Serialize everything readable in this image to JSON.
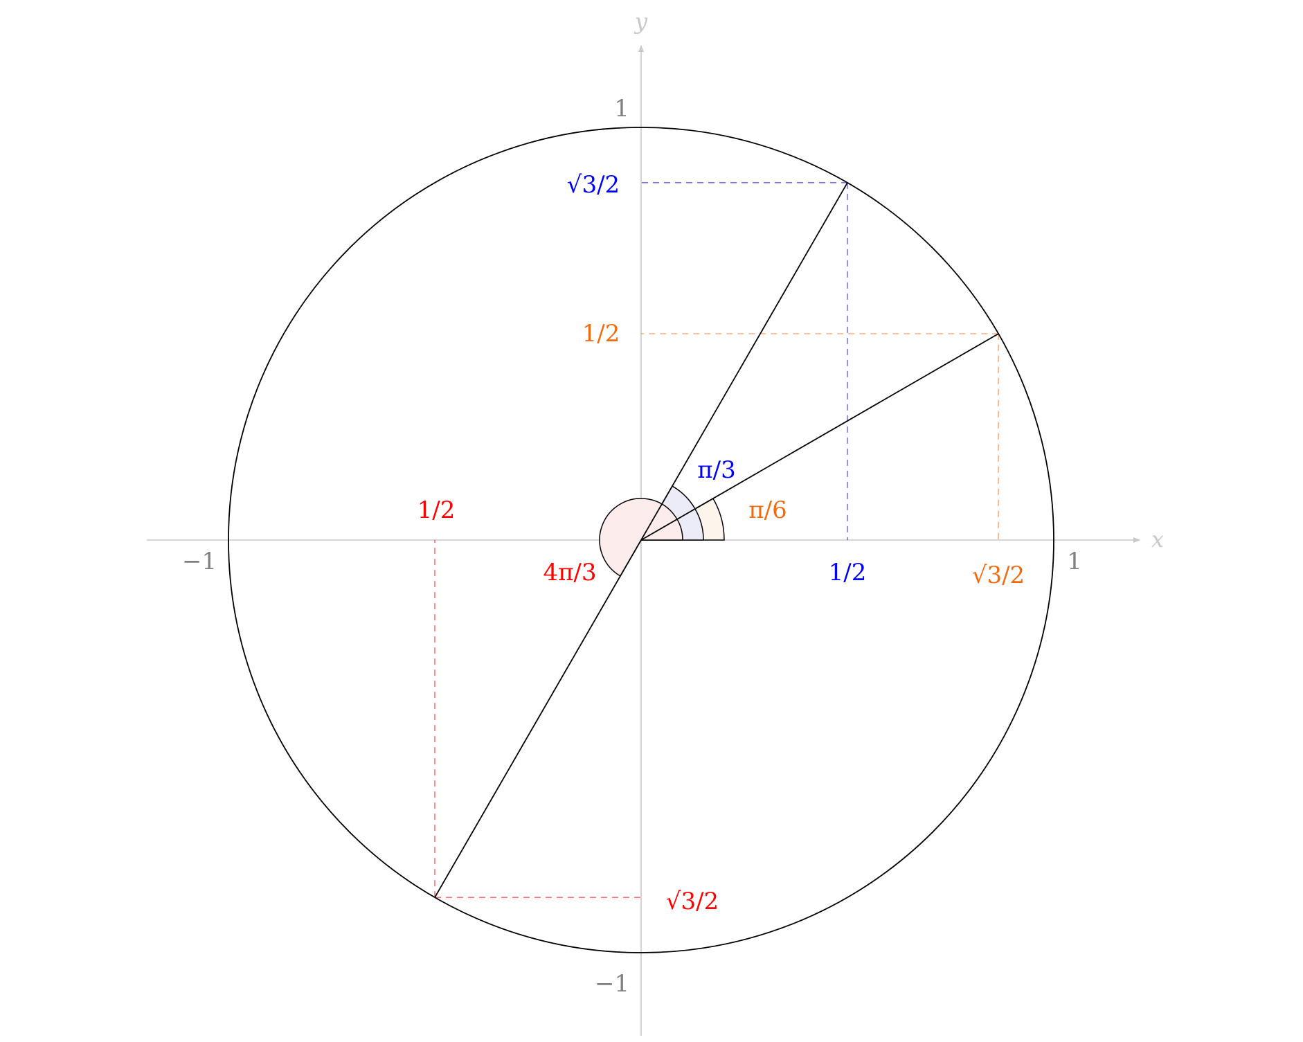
{
  "axes": {
    "x_label": "x",
    "y_label": "y",
    "x_ticks": [
      {
        "value": -1,
        "label": "−1"
      },
      {
        "value": 1,
        "label": "1"
      }
    ],
    "y_ticks": [
      {
        "value": 1,
        "label": "1"
      },
      {
        "value": -1,
        "label": "−1"
      }
    ],
    "axis_color": "#c8c8c8",
    "tick_label_color": "#808080"
  },
  "circle": {
    "radius": 1,
    "color": "#000000"
  },
  "angles": [
    {
      "id": "pi6",
      "color": "#f26b0f",
      "fill": "#fdf4ec",
      "angle_label": "π/6",
      "angle_rad": 0.5236,
      "point": [
        0.866,
        0.5
      ],
      "cos_label": "√3/2",
      "sin_label": "1/2"
    },
    {
      "id": "pi3",
      "color": "#0000ff",
      "fill": "#ececf8",
      "angle_label": "π/3",
      "angle_rad": 1.0472,
      "point": [
        0.5,
        0.866
      ],
      "cos_label": "1/2",
      "sin_label": "√3/2"
    },
    {
      "id": "4pi3",
      "color": "#ff0000",
      "fill": "#fcecec",
      "angle_label": "4π/3",
      "angle_rad": 4.1888,
      "point": [
        -0.5,
        -0.866
      ],
      "cos_label": "1/2",
      "sin_label": "√3/2"
    }
  ]
}
